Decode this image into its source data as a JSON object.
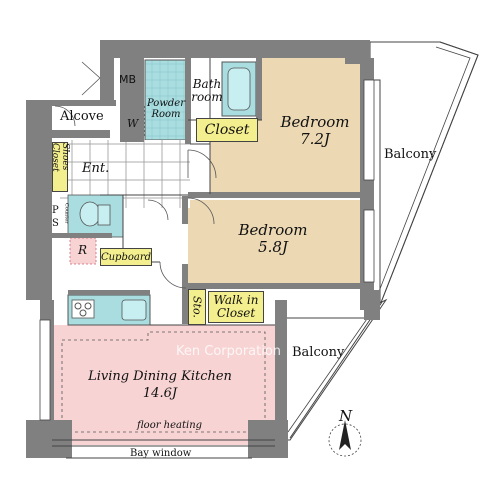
{
  "floor_plan": {
    "rooms": {
      "mb": "MB",
      "alcove": "Alcove",
      "bathroom_line1": "Bath",
      "bathroom_line2": "room",
      "powder_line1": "Powder",
      "powder_line2": "Room",
      "washer": "W",
      "closet": "Closet",
      "bedroom1_name": "Bedroom",
      "bedroom1_size": "7.2J",
      "bedroom2_name": "Bedroom",
      "bedroom2_size": "5.8J",
      "shoes_closet": "Shoes Closet",
      "entrance": "Ent.",
      "ps_p": "P",
      "ps_s": "S",
      "counter": "Counter",
      "refrigerator": "R",
      "cupboard": "Cupboard",
      "storage": "Sto.",
      "walkin_line1": "Walk in",
      "walkin_line2": "Closet",
      "balcony_east": "Balcony",
      "balcony_south": "Balcony",
      "ldk_name": "Living Dining Kitchen",
      "ldk_size": "14.6J",
      "floor_heating": "floor heating",
      "bay_window": "Bay window"
    },
    "compass": "N",
    "watermark": "Ken Corporation",
    "colors": {
      "bedroom": "#ecd9b4",
      "ldk": "#f7d3d3",
      "wet_area": "#a9dde0",
      "closet": "#f4ef8e",
      "wall": "#808080"
    }
  }
}
